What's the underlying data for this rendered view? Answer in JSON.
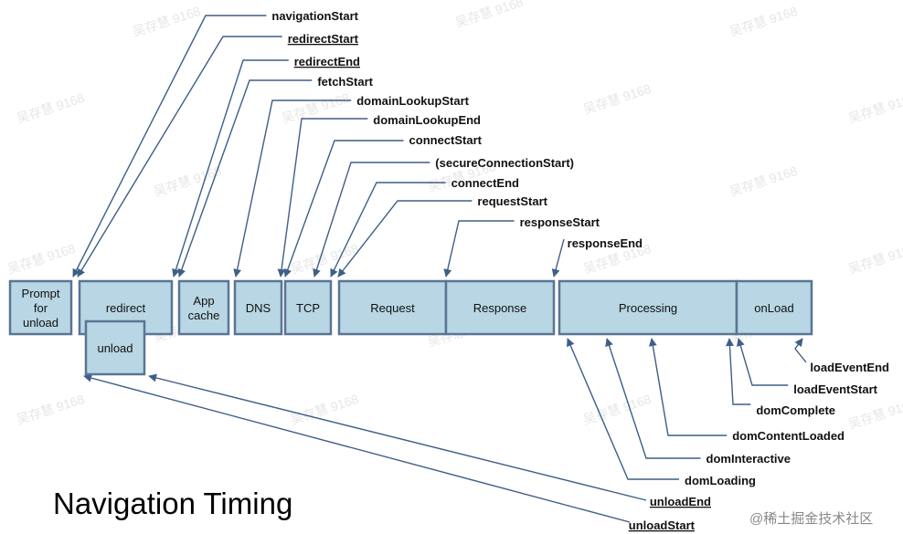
{
  "title": "Navigation Timing",
  "footer": "@稀土掘金技术社区",
  "watermark": "吴存慧 9168",
  "colors": {
    "box_fill": "#b8d6e4",
    "box_stroke": "#5a7594",
    "line": "#3e5f86"
  },
  "phases": [
    {
      "id": "prompt-for-unload",
      "lines": [
        "Prompt",
        "for",
        "unload"
      ]
    },
    {
      "id": "redirect",
      "lines": [
        "redirect"
      ]
    },
    {
      "id": "unload",
      "lines": [
        "unload"
      ]
    },
    {
      "id": "app-cache",
      "lines": [
        "App",
        "cache"
      ]
    },
    {
      "id": "dns",
      "lines": [
        "DNS"
      ]
    },
    {
      "id": "tcp",
      "lines": [
        "TCP"
      ]
    },
    {
      "id": "request",
      "lines": [
        "Request"
      ]
    },
    {
      "id": "response",
      "lines": [
        "Response"
      ]
    },
    {
      "id": "processing",
      "lines": [
        "Processing"
      ]
    },
    {
      "id": "onload",
      "lines": [
        "onLoad"
      ]
    }
  ],
  "events": [
    {
      "id": "navigationStart",
      "label": "navigationStart",
      "underline": false
    },
    {
      "id": "redirectStart",
      "label": "redirectStart",
      "underline": true
    },
    {
      "id": "redirectEnd",
      "label": "redirectEnd",
      "underline": true
    },
    {
      "id": "fetchStart",
      "label": "fetchStart",
      "underline": false
    },
    {
      "id": "domainLookupStart",
      "label": "domainLookupStart",
      "underline": false
    },
    {
      "id": "domainLookupEnd",
      "label": "domainLookupEnd",
      "underline": false
    },
    {
      "id": "connectStart",
      "label": "connectStart",
      "underline": false
    },
    {
      "id": "secureConnectionStart",
      "label": "(secureConnectionStart)",
      "underline": false
    },
    {
      "id": "connectEnd",
      "label": "connectEnd",
      "underline": false
    },
    {
      "id": "requestStart",
      "label": "requestStart",
      "underline": false
    },
    {
      "id": "responseStart",
      "label": "responseStart",
      "underline": false
    },
    {
      "id": "responseEnd",
      "label": "responseEnd",
      "underline": false
    },
    {
      "id": "loadEventEnd",
      "label": "loadEventEnd",
      "underline": false
    },
    {
      "id": "loadEventStart",
      "label": "loadEventStart",
      "underline": false
    },
    {
      "id": "domComplete",
      "label": "domComplete",
      "underline": false
    },
    {
      "id": "domContentLoaded",
      "label": "domContentLoaded",
      "underline": false
    },
    {
      "id": "domInteractive",
      "label": "domInteractive",
      "underline": false
    },
    {
      "id": "domLoading",
      "label": "domLoading",
      "underline": false
    },
    {
      "id": "unloadEnd",
      "label": "unloadEnd",
      "underline": true
    },
    {
      "id": "unloadStart",
      "label": "unloadStart",
      "underline": true
    }
  ]
}
